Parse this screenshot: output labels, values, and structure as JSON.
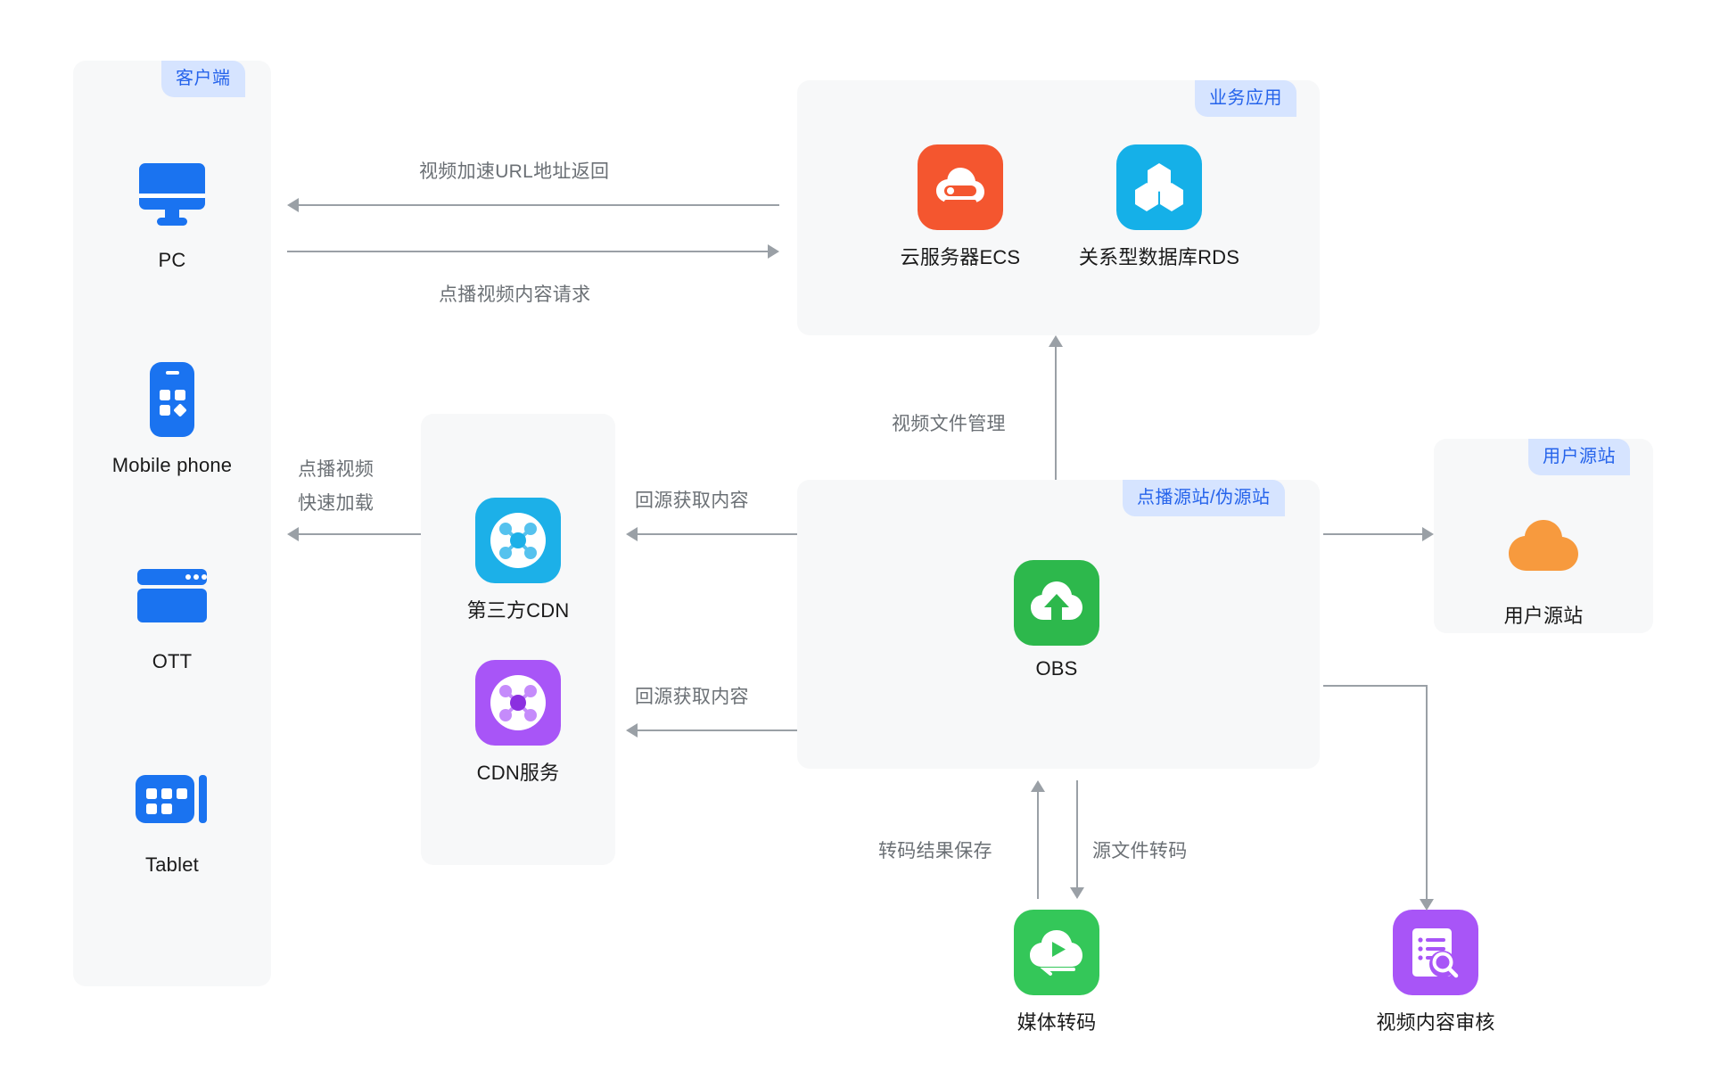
{
  "diagram": {
    "title": "Video on Demand CDN acceleration architecture",
    "colors": {
      "panel_bg": "#f7f8f9",
      "badge_bg": "#d6e4ff",
      "badge_text": "#2563eb",
      "line": "#9aa0a6",
      "label_text": "#6b7075",
      "caption_text": "#1a1a1a",
      "ecs_orange": "#f4562f",
      "rds_blue": "#15b0e8",
      "cdn3rd_blue": "#1cb0e8",
      "cdn_purple": "#a855f7",
      "obs_green": "#2db84c",
      "transcode_green": "#34c759",
      "review_purple": "#a855f7",
      "origin_orange": "#f79a3e",
      "device_blue": "#1a73f0"
    }
  },
  "groups": {
    "client": {
      "badge": "客户端"
    },
    "business": {
      "badge": "业务应用"
    },
    "origin_station": {
      "badge": "点播源站/伪源站"
    },
    "user_origin": {
      "badge": "用户源站"
    }
  },
  "nodes": {
    "pc": {
      "label": "PC",
      "icon": "monitor-icon"
    },
    "mobile": {
      "label": "Mobile phone",
      "icon": "mobile-phone-icon"
    },
    "ott": {
      "label": "OTT",
      "icon": "browser-window-icon"
    },
    "tablet": {
      "label": "Tablet",
      "icon": "tablet-icon"
    },
    "ecs": {
      "label": "云服务器ECS",
      "icon": "cloud-server-icon"
    },
    "rds": {
      "label": "关系型数据库RDS",
      "icon": "database-hexagons-icon"
    },
    "cdn_third": {
      "label": "第三方CDN",
      "icon": "cdn-network-icon"
    },
    "cdn_service": {
      "label": "CDN服务",
      "icon": "cdn-network-icon"
    },
    "obs": {
      "label": "OBS",
      "icon": "cloud-upload-icon"
    },
    "user_origin": {
      "label": "用户源站",
      "icon": "orange-cloud-icon"
    },
    "transcode": {
      "label": "媒体转码",
      "icon": "cloud-media-transcode-icon"
    },
    "review": {
      "label": "视频内容审核",
      "icon": "document-search-icon"
    }
  },
  "edges": [
    {
      "id": "url-return",
      "label": "视频加速URL地址返回",
      "from": "business",
      "to": "pc",
      "direction": "left"
    },
    {
      "id": "vod-request",
      "label": "点播视频内容请求",
      "from": "pc",
      "to": "business",
      "direction": "right"
    },
    {
      "id": "fast-load",
      "label": "点播视频\n快速加载",
      "from": "cdn",
      "to": "client",
      "direction": "left"
    },
    {
      "id": "origin-fetch-1",
      "label": "回源获取内容",
      "from": "obs",
      "to": "cdn_third",
      "direction": "left"
    },
    {
      "id": "origin-fetch-2",
      "label": "回源获取内容",
      "from": "obs",
      "to": "cdn_service",
      "direction": "left"
    },
    {
      "id": "file-management",
      "label": "视频文件管理",
      "from": "obs",
      "to": "business",
      "direction": "up"
    },
    {
      "id": "to-user-origin",
      "label": "",
      "from": "obs",
      "to": "user_origin",
      "direction": "right"
    },
    {
      "id": "transcode-save",
      "label": "转码结果保存",
      "from": "transcode",
      "to": "obs",
      "direction": "up"
    },
    {
      "id": "transcode-source",
      "label": "源文件转码",
      "from": "obs",
      "to": "transcode",
      "direction": "down"
    },
    {
      "id": "to-review",
      "label": "",
      "from": "obs",
      "to": "review",
      "direction": "down"
    }
  ],
  "edge_labels": {
    "url_return": "视频加速URL地址返回",
    "vod_request": "点播视频内容请求",
    "fast_load_line1": "点播视频",
    "fast_load_line2": "快速加载",
    "origin_fetch_top": "回源获取内容",
    "origin_fetch_bottom": "回源获取内容",
    "file_management": "视频文件管理",
    "transcode_save": "转码结果保存",
    "transcode_source": "源文件转码"
  }
}
